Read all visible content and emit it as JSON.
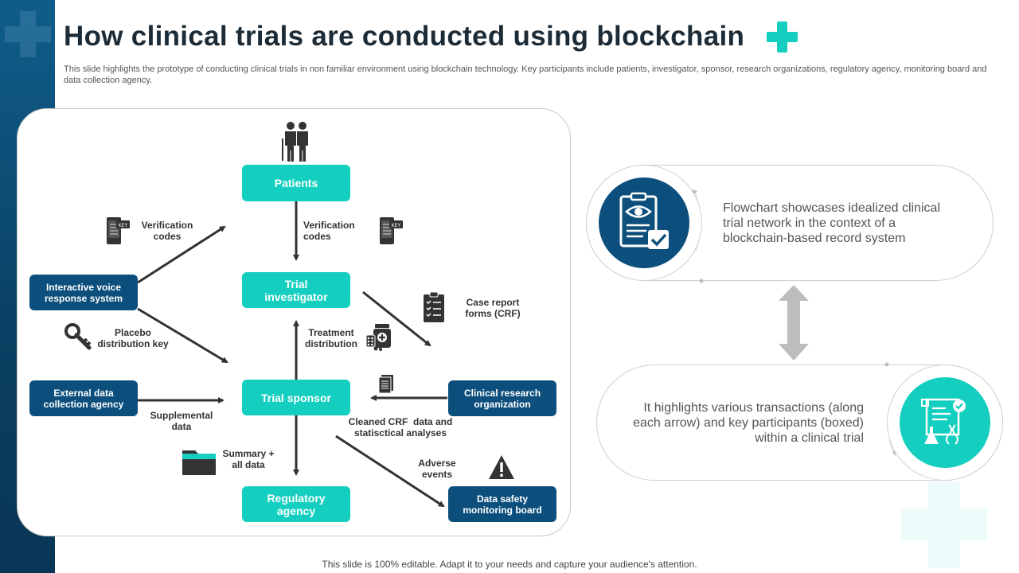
{
  "header": {
    "title": "How clinical trials are conducted using blockchain",
    "subtitle": "This slide highlights the prototype of conducting clinical trials in non familiar environment using blockchain technology. Key participants include patients, investigator, sponsor, research organizations, regulatory agency, monitoring board and data collection agency."
  },
  "flowchart": {
    "boxes": {
      "patients": "Patients",
      "trial_investigator": "Trial investigator",
      "trial_sponsor": "Trial sponsor",
      "regulatory_agency": "Regulatory agency",
      "interactive_voice": "Interactive voice response system",
      "external_data": "External data collection agency",
      "clinical_research": "Clinical research organization",
      "data_safety": "Data safety monitoring board"
    },
    "labels": {
      "verification_left": "Verification\ncodes",
      "verification_right": "Verification\ncodes",
      "placebo": "Placebo\ndistribution key",
      "treatment": "Treatment\ndistribution",
      "case_report": "Case report\nforms (CRF)",
      "supplemental": "Supplemental\ndata",
      "cleaned_crf": "Cleaned CRF  data and\nstatisctical analyses",
      "summary": "Summary +\nall data",
      "adverse": "Adverse\nevents"
    },
    "icons": {
      "patients": "people-icon",
      "verification": "phone-key-icon",
      "placebo": "key-icon",
      "treatment": "medicine-icon",
      "case_report": "clipboard-checklist-icon",
      "cleaned_crf": "document-icon",
      "summary": "folder-icon",
      "adverse": "warning-icon"
    }
  },
  "notes": {
    "top": "Flowchart showcases idealized clinical trial network in the context of a blockchain-based record system",
    "bottom": "It highlights various transactions (along each arrow) and key participants (boxed) within a clinical trial",
    "top_icon": "clipboard-eye-icon",
    "bottom_icon": "lab-report-icon",
    "connector_icon": "double-arrow-icon"
  },
  "colors": {
    "teal": "#14cfc0",
    "navy": "#0d4f7c",
    "sidebar": "#0a3f62"
  },
  "footer": {
    "text": "This slide is 100% editable. Adapt it to your needs and capture your audience's attention."
  }
}
